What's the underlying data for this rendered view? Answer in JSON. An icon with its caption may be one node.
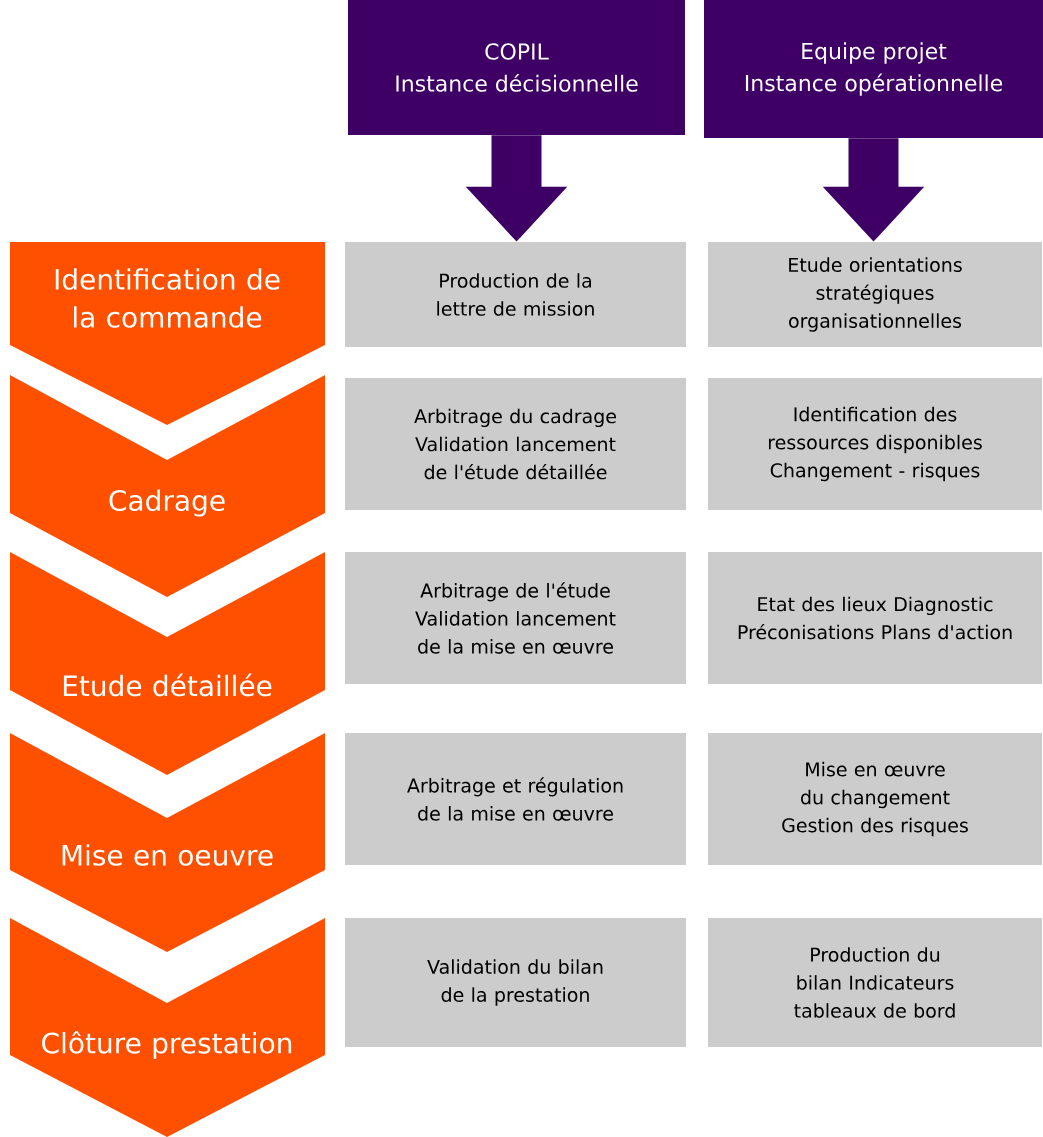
{
  "diagram": {
    "nodes": [
      {
        "text": [
          "COPIL",
          "Instance décisionnelle"
        ]
      },
      {
        "text": [
          "Equipe projet",
          "Instance opérationnelle"
        ]
      },
      {
        "text": [
          "Identification de la commande"
        ]
      },
      {
        "text": [
          "Production de la lettre de mission"
        ]
      },
      {
        "text": [
          "Etude orientations stratégiques organisationnelles"
        ]
      },
      {
        "text": [
          "Cadrage"
        ]
      },
      {
        "text": [
          "Arbitrage du cadrage Validation lancement de l'étude détaillée"
        ]
      },
      {
        "text": [
          "Identification des ressources disponibles Changement - risques"
        ]
      },
      {
        "text": [
          "Etude détaillée"
        ]
      },
      {
        "text": [
          "Arbitrage de l'étude Validation lancement de la mise en œuvre"
        ]
      },
      {
        "text": [
          "Etat des lieux Diagnostic Préconisations Plans d'action"
        ]
      },
      {
        "text": [
          "Mise en oeuvre"
        ]
      },
      {
        "text": [
          "Arbitrage et régulation de la mise en œuvre"
        ]
      },
      {
        "text": [
          "Mise en œuvre du changement Gestion des risques"
        ]
      },
      {
        "text": [
          "Clôture prestation"
        ]
      },
      {
        "text": [
          "Validation du bilan de la prestation"
        ]
      },
      {
        "text": [
          "Production du bilan Indicateurs tableaux de bord"
        ]
      }
    ],
    "edges": [
      {
        "from": 0,
        "to": 3,
        "arrow": "to"
      },
      {
        "from": 1,
        "to": 4,
        "arrow": "to"
      }
    ]
  }
}
